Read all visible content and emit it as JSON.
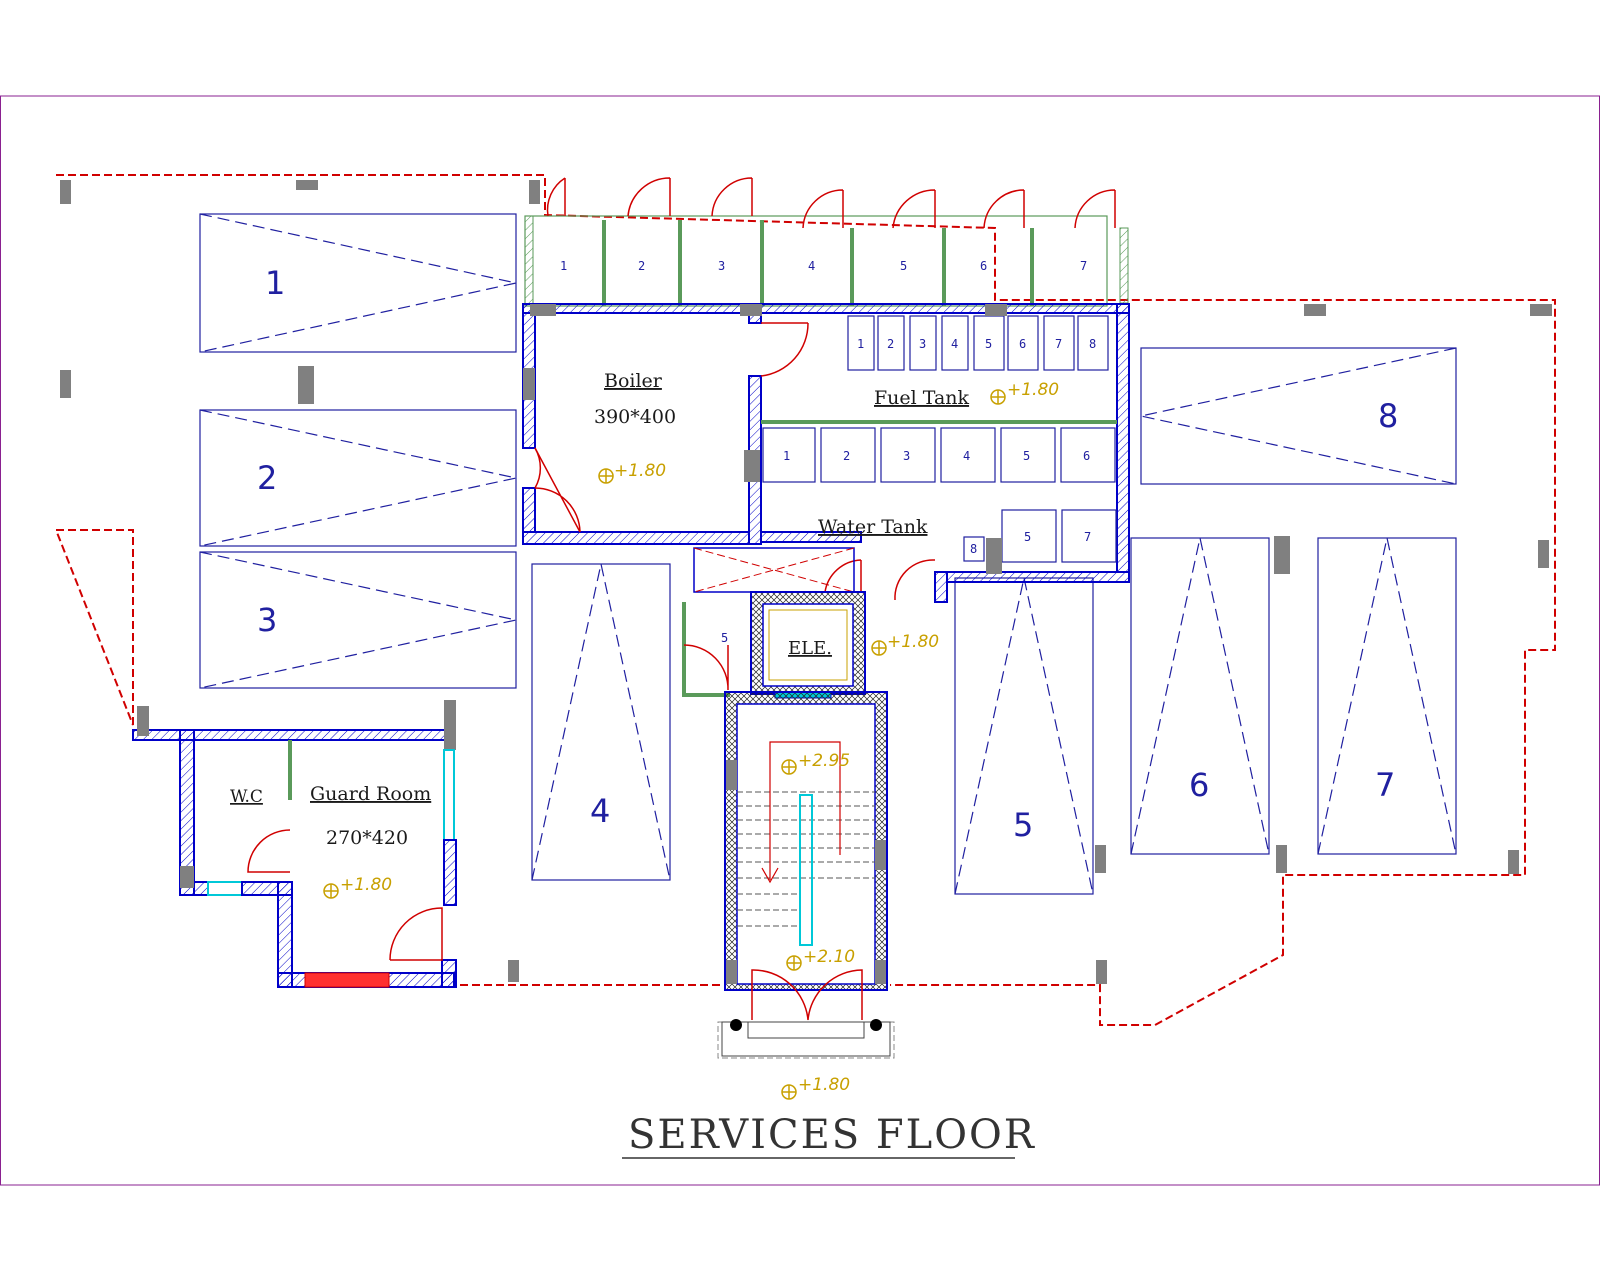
{
  "title": "SERVICES FLOOR",
  "rooms": {
    "boiler": {
      "name": "Boiler",
      "size": "390*400",
      "level": "+1.80"
    },
    "fuel_tank": {
      "name": "Fuel Tank",
      "level": "+1.80"
    },
    "water_tank": {
      "name": "Water Tank"
    },
    "elevator": {
      "name": "ELE.",
      "level": "+1.80"
    },
    "wc": {
      "name": "W.C"
    },
    "guard_room": {
      "name": "Guard Room",
      "size": "270*420",
      "level": "+1.80"
    }
  },
  "stair_levels": {
    "top": "+2.95",
    "bottom": "+2.10"
  },
  "entrance_level": "+1.80",
  "parking": [
    "1",
    "2",
    "3",
    "4",
    "5",
    "6",
    "7",
    "8"
  ],
  "storage_units": [
    "1",
    "2",
    "3",
    "4",
    "5",
    "6",
    "7"
  ],
  "fuel_tanks": [
    "1",
    "2",
    "3",
    "4",
    "5",
    "6",
    "7",
    "8"
  ],
  "water_tanks": [
    "1",
    "2",
    "3",
    "4",
    "5",
    "6",
    "5",
    "7",
    "8"
  ],
  "small_store": "5",
  "colors": {
    "wall": "#0000c8",
    "parking": "#2020a0",
    "boundary": "#d00000",
    "door": "#d00000",
    "level": "#c8a000",
    "frame": "#8a2090",
    "partition": "#5a9a5a",
    "column": "#808080",
    "glass": "#00c8d8"
  }
}
